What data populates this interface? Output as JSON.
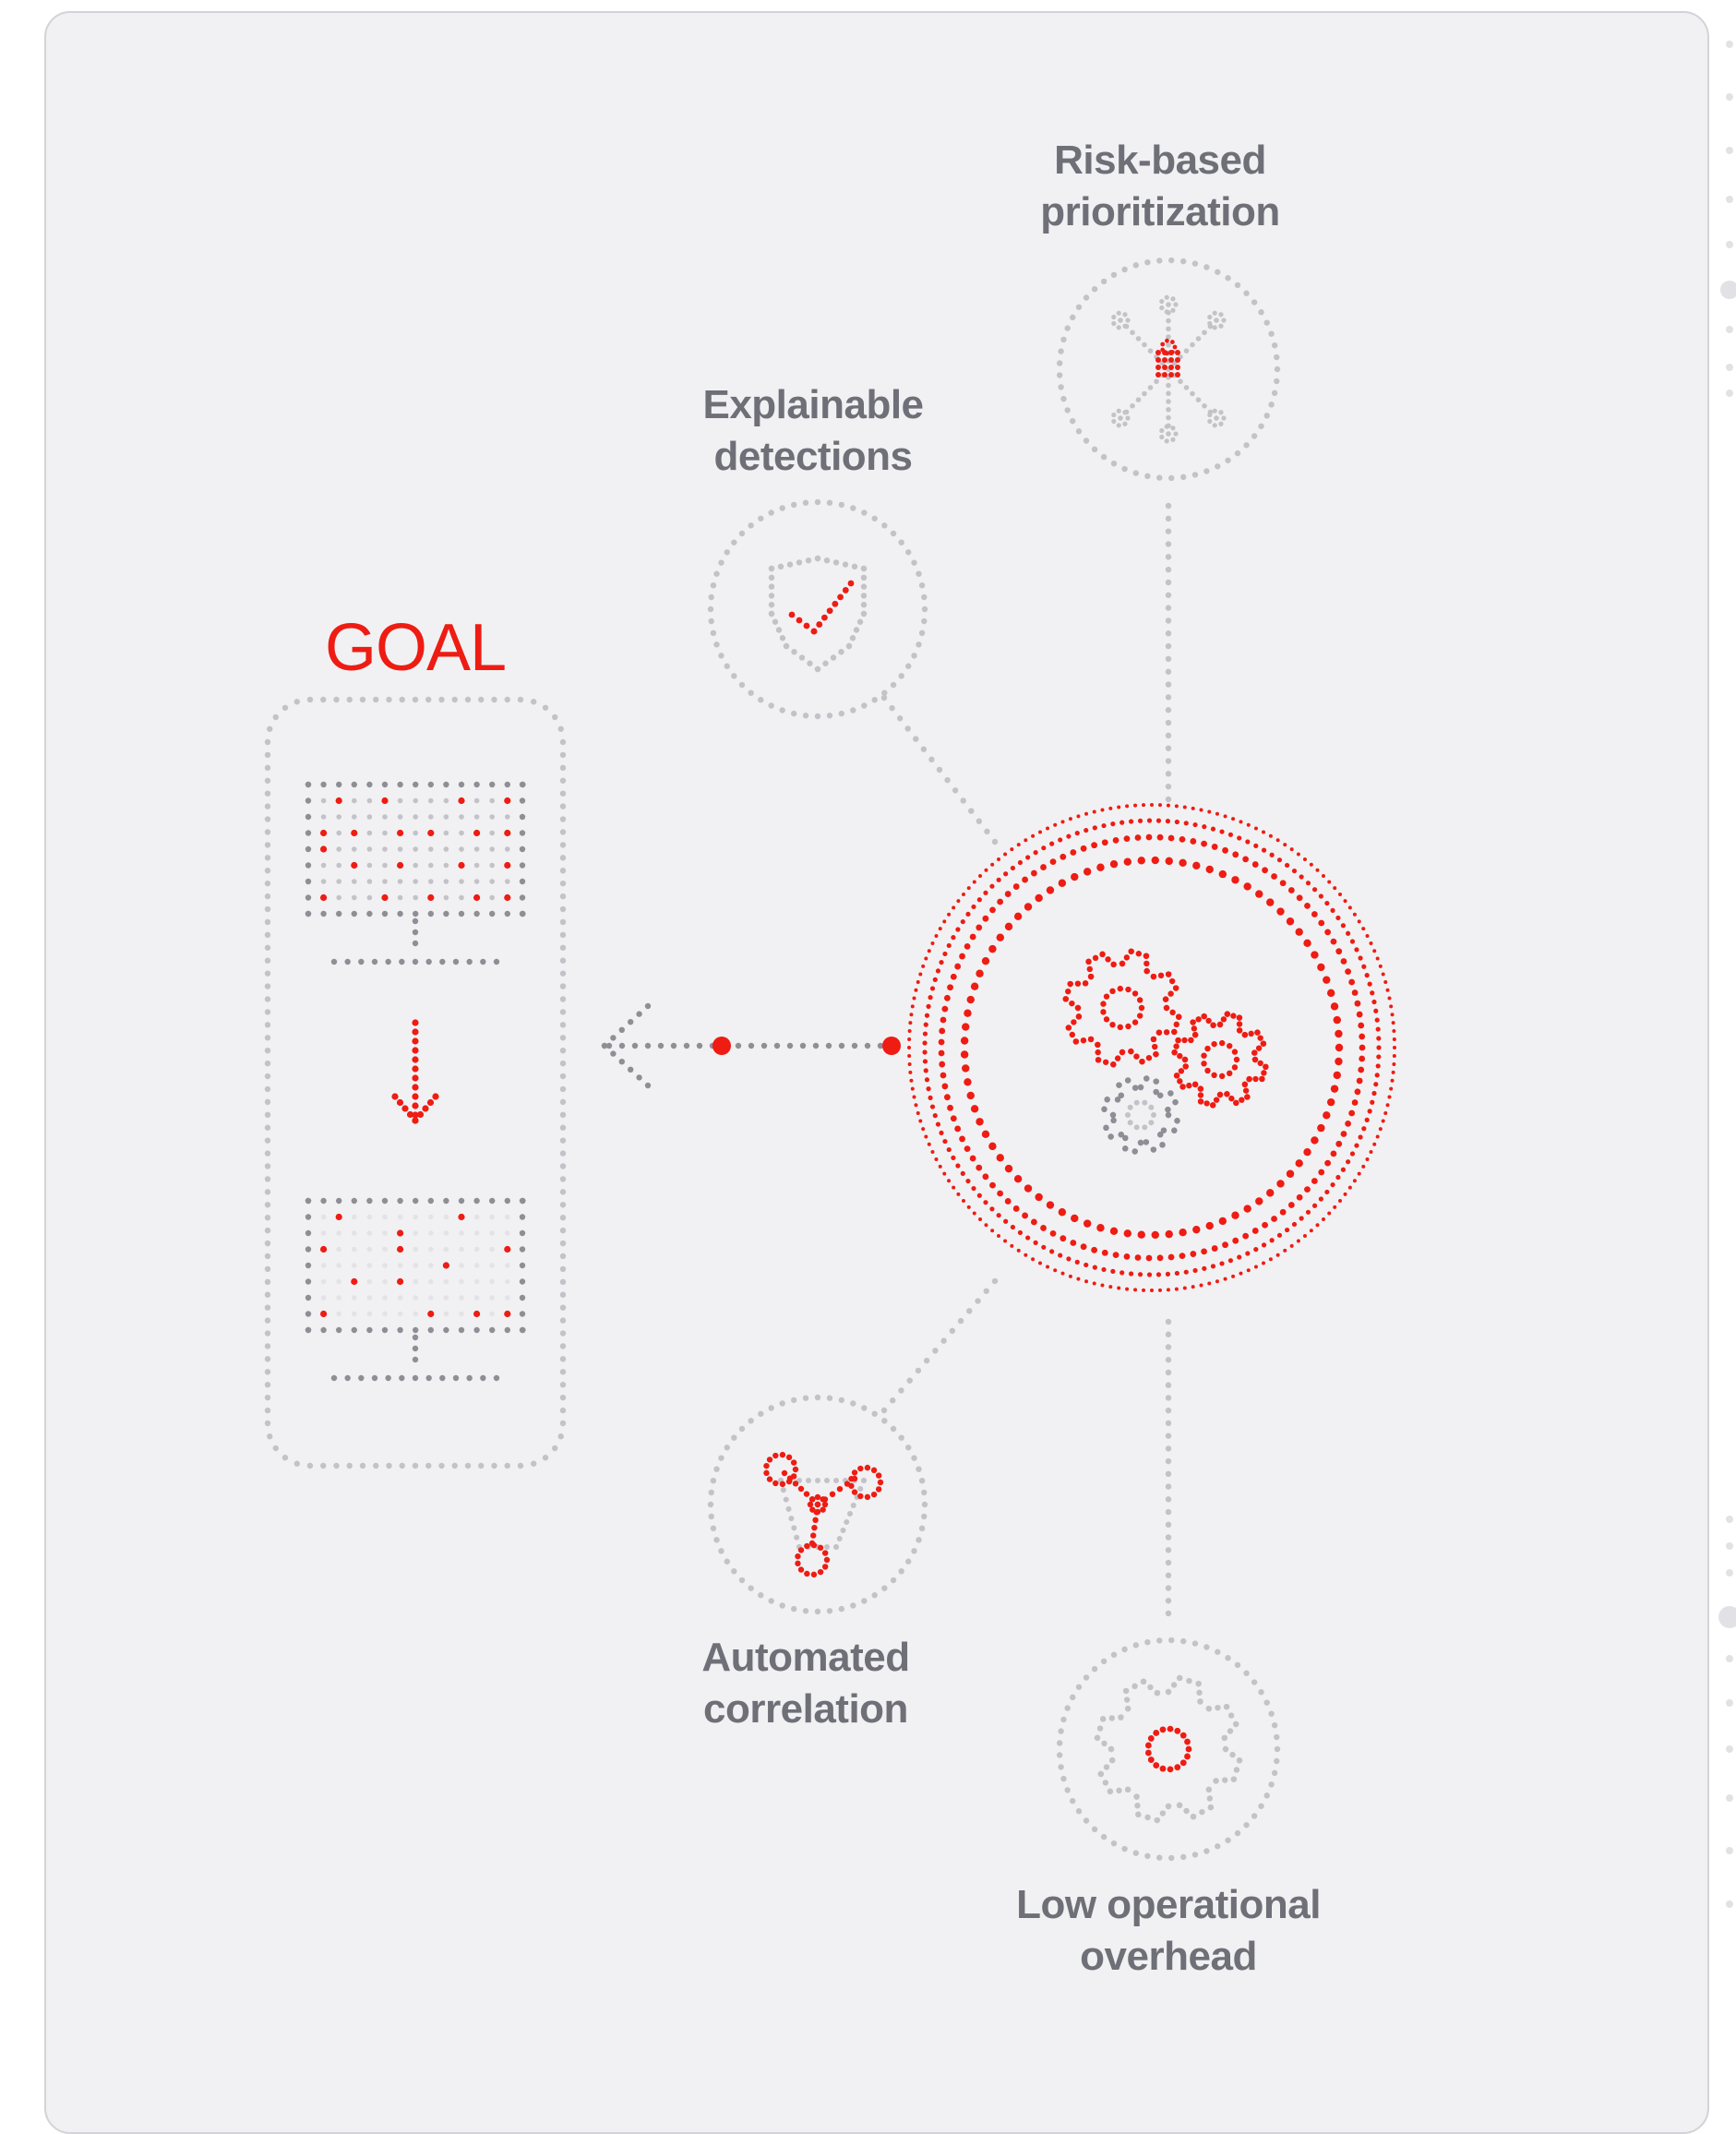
{
  "goal_label": "GOAL",
  "nodes": {
    "risk": {
      "line1": "Risk-based",
      "line2": "prioritization",
      "icon": "network-lock-icon"
    },
    "explainable": {
      "line1": "Explainable",
      "line2": "detections",
      "icon": "shield-check-icon"
    },
    "correlation": {
      "line1": "Automated",
      "line2": "correlation",
      "icon": "linked-nodes-icon"
    },
    "overhead": {
      "line1": "Low operational",
      "line2": "overhead",
      "icon": "gear-icon"
    }
  },
  "hub": {
    "icon": "gears-icon"
  },
  "colors": {
    "accent": "#ee1c13",
    "text": "#6f6f78",
    "dot_gray": "#8e8e96",
    "dot_light": "#c2c2c8",
    "card_bg": "#f1f1f3"
  }
}
